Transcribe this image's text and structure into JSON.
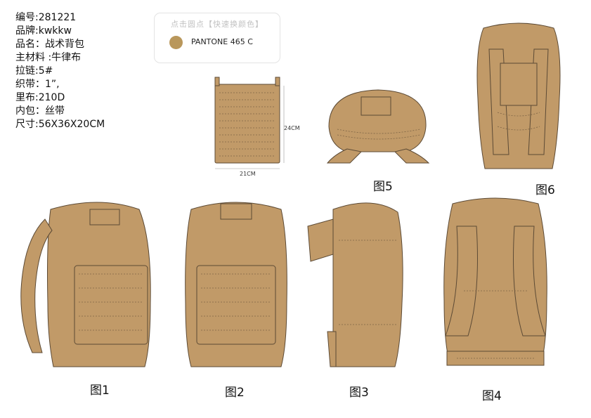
{
  "specs": [
    "编号:281221",
    "品牌:kwkkw",
    "品名：战术背包",
    "主材料 :牛律布",
    "拉链:5#",
    "织带：1”,",
    "里布:210D",
    "内包：丝带",
    "尺寸:56X36X20CM"
  ],
  "swatch": {
    "title": "点击圆点【快速换颜色】",
    "color_name": "PANTONE 465 C",
    "color_hex": "#B9975B"
  },
  "colors": {
    "fabric": "#C19A68",
    "fabric_dark": "#A9824F",
    "outline": "#5c4a35",
    "stitch": "#7d6445"
  },
  "panel_dims": {
    "height_label": "24CM",
    "width_label": "21CM"
  },
  "figure_labels": {
    "fig1": "图1",
    "fig2": "图2",
    "fig3": "图3",
    "fig4": "图4",
    "fig5": "图5",
    "fig6": "图6"
  }
}
